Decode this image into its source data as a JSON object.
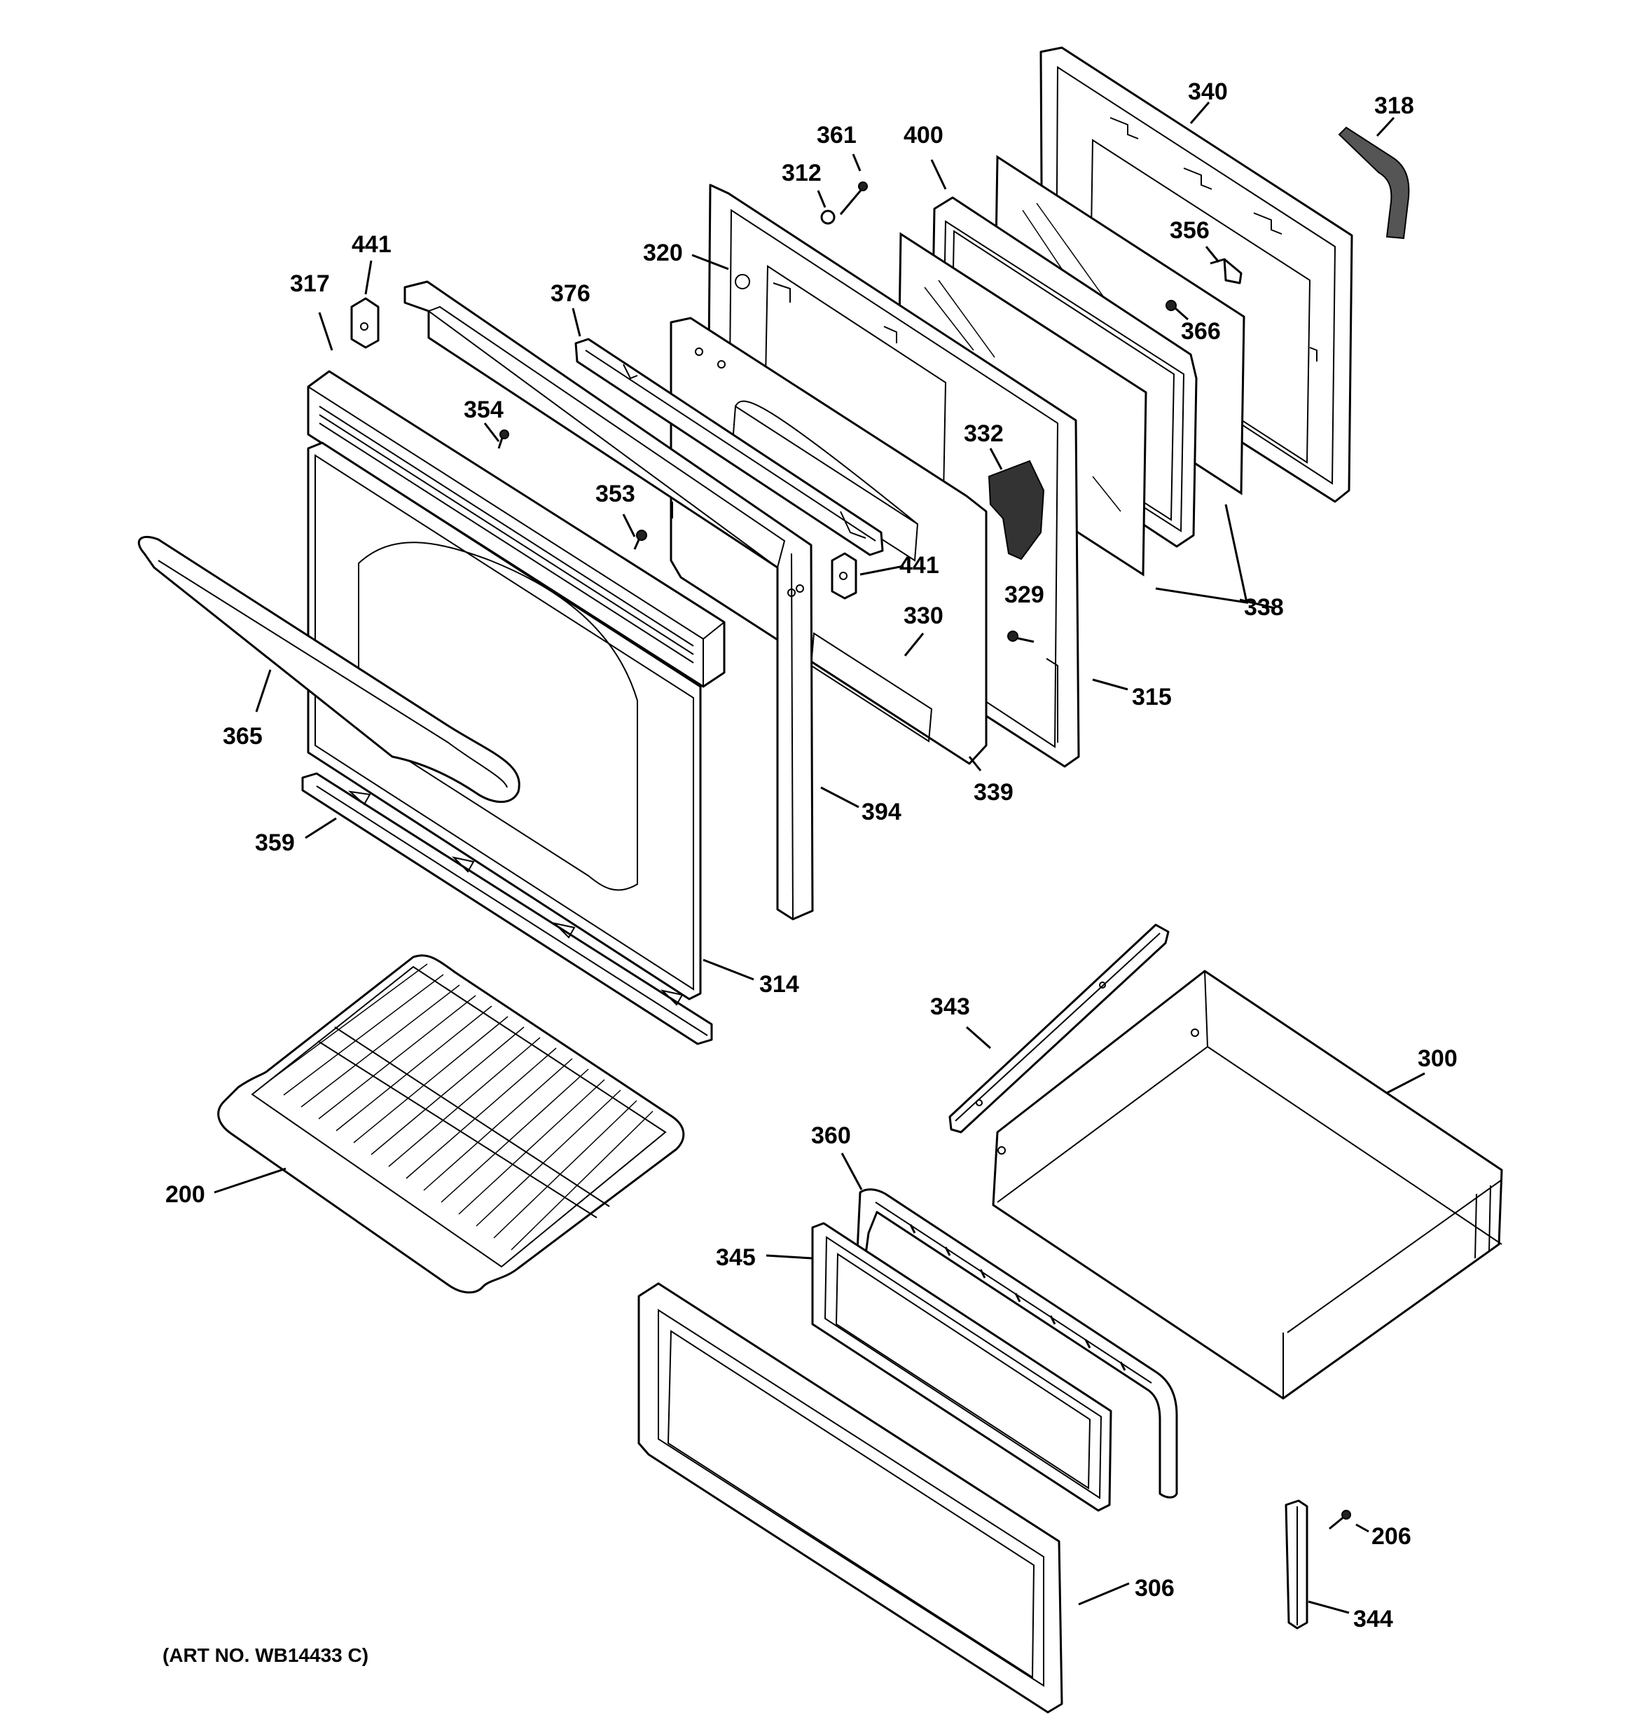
{
  "labels": {
    "p340": "340",
    "p318": "318",
    "p361": "361",
    "p400": "400",
    "p312": "312",
    "p356": "356",
    "p320": "320",
    "p441a": "441",
    "p317": "317",
    "p376": "376",
    "p366": "366",
    "p354": "354",
    "p332": "332",
    "p353": "353",
    "p441b": "441",
    "p338": "338",
    "p330": "330",
    "p329": "329",
    "p315": "315",
    "p365": "365",
    "p339": "339",
    "p394": "394",
    "p359": "359",
    "p314": "314",
    "p343": "343",
    "p300": "300",
    "p360": "360",
    "p200": "200",
    "p345": "345",
    "p206": "206",
    "p306": "306",
    "p344": "344"
  },
  "art_number": "(ART NO. WB14433 C)"
}
